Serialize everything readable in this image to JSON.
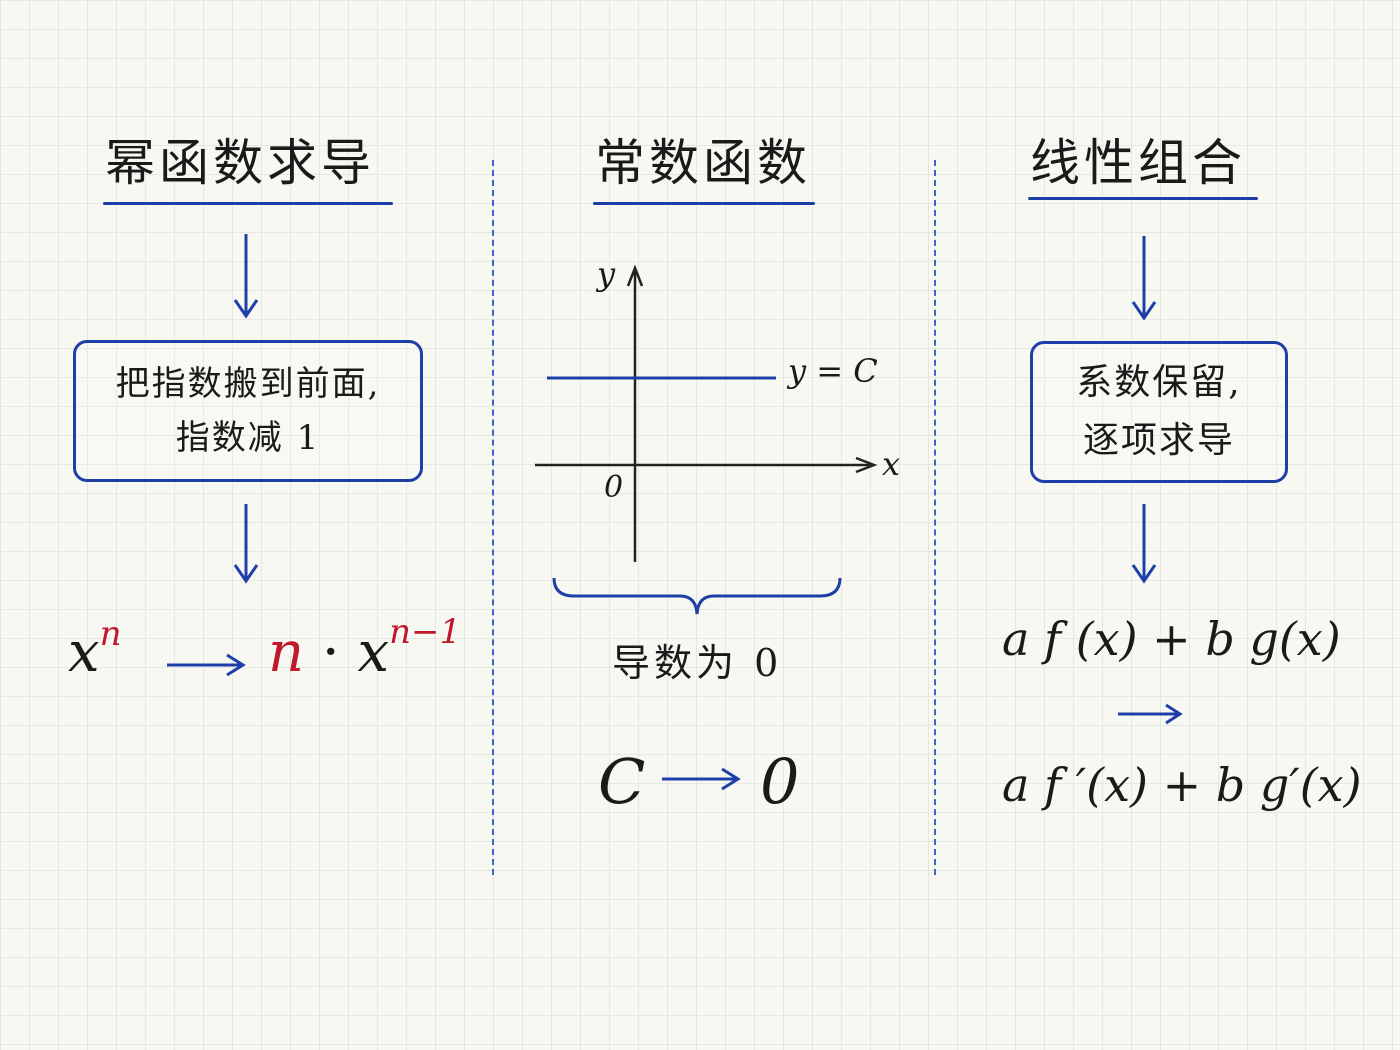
{
  "columns": {
    "power": {
      "title": "幂函数求导",
      "box_line1": "把指数搬到前面,",
      "box_line2": "指数减 1",
      "formula": {
        "base": "x",
        "exp": "n",
        "coef": "n",
        "dot": "·",
        "base2": "x",
        "exp2": "n−1"
      }
    },
    "constant": {
      "title": "常数函数",
      "graph": {
        "y_axis": "y",
        "x_axis": "x",
        "origin": "0",
        "line_label": "y = C"
      },
      "brace_caption": "导数为 0",
      "formula": {
        "left": "C",
        "right": "0"
      }
    },
    "linear": {
      "title": "线性组合",
      "box_line1": "系数保留,",
      "box_line2": "逐项求导",
      "formula_top": "a f (x) + b g(x)",
      "formula_bottom": "a f ′(x) + b g′(x)"
    }
  },
  "colors": {
    "accent_blue": "#1f3fa8",
    "highlight_red": "#c0182a",
    "divider": "#3f63c9"
  }
}
